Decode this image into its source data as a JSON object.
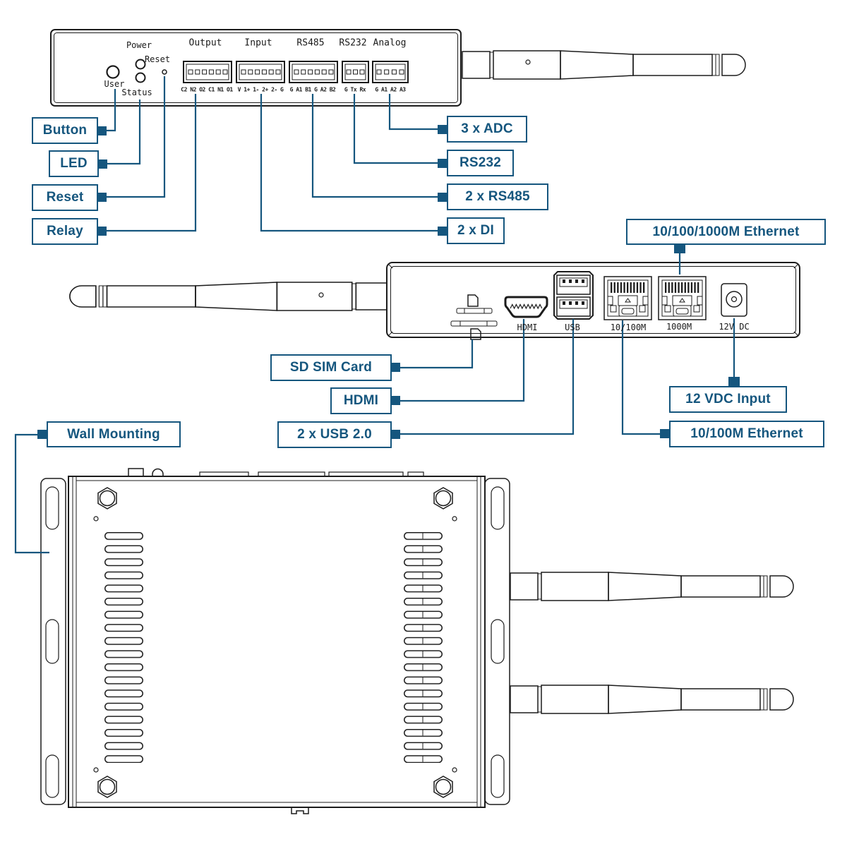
{
  "diagram": {
    "accent_color": "#15567e",
    "line_color": "#1c1c1c",
    "front_panel": {
      "controls": {
        "power": "Power",
        "user": "User",
        "status": "Status",
        "reset": "Reset"
      },
      "blocks": [
        {
          "label": "Output",
          "pins": "C2 N2 O2 C1 N1 O1"
        },
        {
          "label": "Input",
          "pins": "V 1+ 1- 2+ 2- G"
        },
        {
          "label": "RS485",
          "pins": "G A1 B1 G A2 B2"
        },
        {
          "label": "RS232",
          "pins": "G Tx Rx"
        },
        {
          "label": "Analog",
          "pins": "G A1 A2 A3"
        }
      ]
    },
    "rear_panel": {
      "ports": {
        "hdmi": "HDMI",
        "usb": "USB",
        "eth_fast": "10/100M",
        "eth_gig": "1000M",
        "dc": "12V DC"
      }
    },
    "callouts": {
      "button": "Button",
      "led": "LED",
      "reset": "Reset",
      "relay": "Relay",
      "adc": "3 x ADC",
      "rs232": "RS232",
      "rs485": "2 x RS485",
      "di": "2 x DI",
      "eth_gigabit": "10/100/1000M Ethernet",
      "sd_sim": "SD SIM Card",
      "hdmi": "HDMI",
      "usb": "2 x USB 2.0",
      "vdc": "12 VDC Input",
      "eth_fast": "10/100M Ethernet",
      "wall": "Wall Mounting"
    }
  }
}
